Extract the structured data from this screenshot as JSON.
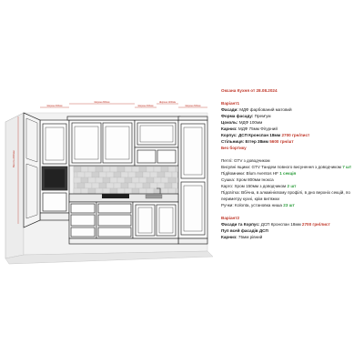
{
  "spec": {
    "title": "Оксана Кухня от 28.08.2024",
    "v1_head": "Варіант1",
    "v1_lines": [
      {
        "label": "Фасади: ",
        "text": "МДФ фарбований матовий"
      },
      {
        "label": "Форма фасаду: ",
        "text": "Прем'ум"
      },
      {
        "label": "Цоколь: ",
        "text": "МДФ 100мм"
      },
      {
        "label": "Карниз: ",
        "text": "МДФ 75мм Фігурний"
      }
    ],
    "korpus": {
      "pre": "Корпус: ДСП Кронспан 18мм ",
      "price": "2700 грн/лист"
    },
    "stil": {
      "pre": "Стільниця: Еггер 38мм ",
      "price": "5600 грн/шт"
    },
    "bez": "Без бортику",
    "hw": {
      "petli": "Петлі: GTV з доводчиком",
      "vysuv": {
        "pre": "Висувні ящики: GTV Тандем повного висунення з доводчиком ",
        "qty": "7 шт"
      },
      "lift": {
        "pre": "Підйомники: Blum Aventos HF ",
        "qty": "1 секція"
      },
      "sush": "Сушка: Хром 800мм Інокса",
      "kar": {
        "pre": "Карго: Хром 150мм з доводчиком ",
        "qty": "2 шт"
      },
      "pidsv": "Підсвітка: Вбічна, в алюмінієвому профілі, в дно верхніх секцій, по периметру кухні, крім витяжки",
      "ruch": {
        "pre": "Ручки: Kolonta, установка ниша ",
        "qty": "23 шт"
      }
    },
    "v2_head": "Варіант2",
    "v2_lines": [
      {
        "label": "Фасади та Корпус: ",
        "text": "ДСП Кронспан 18мм ",
        "price": "2700 грн/лист"
      },
      {
        "label": "",
        "text": "Пуп всей фасадів ДСП",
        "price": ""
      },
      {
        "label": "Карниз: ",
        "text": "75мм рівний",
        "price": ""
      }
    ]
  },
  "drawing": {
    "dims": [
      "Ширина 600мм",
      "Ширина 800мм",
      "Ширина 600мм",
      "Ширина 1200мм",
      "Ширина 600мм"
    ],
    "side_dim": "Висота 2400мм",
    "colors": {
      "cabinet": "#fdfdfd",
      "line": "#2b2b2b",
      "wall": "#e4e4e4",
      "backsplash": "#cfcfcf",
      "dim": "#c0392b",
      "counter": "#bdbdbd"
    }
  }
}
